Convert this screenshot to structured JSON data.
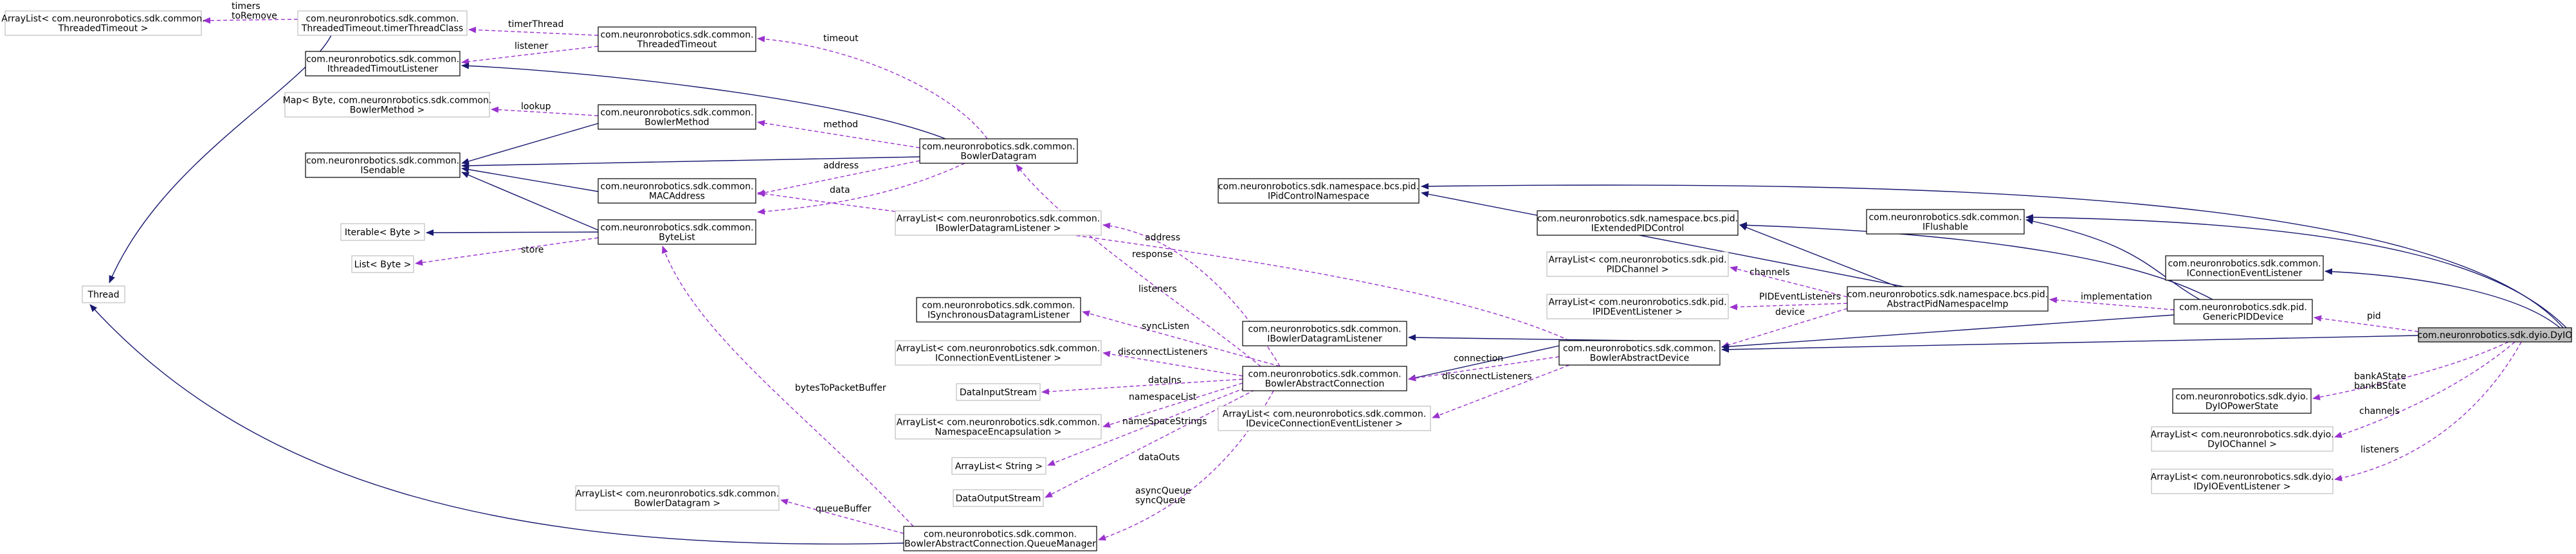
{
  "nodes": {
    "arraylist_threaded_timeout": [
      "ArrayList< com.neuronrobotics.sdk.common.",
      "ThreadedTimeout >"
    ],
    "timer_thread_class": [
      "com.neuronrobotics.sdk.common.",
      "ThreadedTimeout.timerThreadClass"
    ],
    "threaded_timeout": [
      "com.neuronrobotics.sdk.common.",
      "ThreadedTimeout"
    ],
    "ithreaded_timout_listener": [
      "com.neuronrobotics.sdk.common.",
      "IthreadedTimoutListener"
    ],
    "map_byte_bowler_method": [
      "Map< Byte, com.neuronrobotics.sdk.common.",
      "BowlerMethod >"
    ],
    "bowler_method": [
      "com.neuronrobotics.sdk.common.",
      "BowlerMethod"
    ],
    "isendable": [
      "com.neuronrobotics.sdk.common.",
      "ISendable"
    ],
    "bowler_datagram": [
      "com.neuronrobotics.sdk.common.",
      "BowlerDatagram"
    ],
    "mac_address": [
      "com.neuronrobotics.sdk.common.",
      "MACAddress"
    ],
    "iterable_byte": [
      "Iterable< Byte >"
    ],
    "byte_list": [
      "com.neuronrobotics.sdk.common.",
      "ByteList"
    ],
    "list_byte": [
      "List< Byte >"
    ],
    "thread": [
      "Thread"
    ],
    "arraylist_datagram_listener": [
      "ArrayList< com.neuronrobotics.sdk.common.",
      "IBowlerDatagramListener >"
    ],
    "isynchronous_datagram_listener": [
      "com.neuronrobotics.sdk.common.",
      "ISynchronousDatagramListener"
    ],
    "arraylist_connection_event_listener": [
      "ArrayList< com.neuronrobotics.sdk.common.",
      "IConnectionEventListener >"
    ],
    "data_input_stream": [
      "DataInputStream"
    ],
    "arraylist_namespace_encapsulation": [
      "ArrayList< com.neuronrobotics.sdk.common.",
      "NamespaceEncapsulation >"
    ],
    "arraylist_string": [
      "ArrayList< String >"
    ],
    "data_output_stream": [
      "DataOutputStream"
    ],
    "arraylist_bowler_datagram": [
      "ArrayList< com.neuronrobotics.sdk.common.",
      "BowlerDatagram >"
    ],
    "queue_manager": [
      "com.neuronrobotics.sdk.common.",
      "BowlerAbstractConnection.QueueManager"
    ],
    "bowler_abstract_connection": [
      "com.neuronrobotics.sdk.common.",
      "BowlerAbstractConnection"
    ],
    "ibowler_datagram_listener": [
      "com.neuronrobotics.sdk.common.",
      "IBowlerDatagramListener"
    ],
    "arraylist_device_connection_event_listener": [
      "ArrayList< com.neuronrobotics.sdk.common.",
      "IDeviceConnectionEventListener >"
    ],
    "ipid_control_namespace": [
      "com.neuronrobotics.sdk.namespace.bcs.pid.",
      "IPidControlNamespace"
    ],
    "iextended_pid_control": [
      "com.neuronrobotics.sdk.namespace.bcs.pid.",
      "IExtendedPIDControl"
    ],
    "arraylist_pid_channel": [
      "ArrayList< com.neuronrobotics.sdk.pid.",
      "PIDChannel >"
    ],
    "arraylist_pid_event_listener": [
      "ArrayList< com.neuronrobotics.sdk.pid.",
      "IPIDEventListener >"
    ],
    "abstract_pid_namespace_imp": [
      "com.neuronrobotics.sdk.namespace.bcs.pid.",
      "AbstractPidNamespaceImp"
    ],
    "bowler_abstract_device": [
      "com.neuronrobotics.sdk.common.",
      "BowlerAbstractDevice"
    ],
    "iflushable": [
      "com.neuronrobotics.sdk.common.",
      "IFlushable"
    ],
    "generic_pid_device": [
      "com.neuronrobotics.sdk.pid.",
      "GenericPIDDevice"
    ],
    "iconnection_event_listener": [
      "com.neuronrobotics.sdk.common.",
      "IConnectionEventListener"
    ],
    "dyio": [
      "com.neuronrobotics.sdk.dyio.DyIO"
    ],
    "dyio_power_state": [
      "com.neuronrobotics.sdk.dyio.",
      "DyIOPowerState"
    ],
    "arraylist_dyio_channel": [
      "ArrayList< com.neuronrobotics.sdk.dyio.",
      "DyIOChannel >"
    ],
    "arraylist_dyio_event_listener": [
      "ArrayList< com.neuronrobotics.sdk.dyio.",
      "IDyIOEventListener >"
    ]
  },
  "edge_labels": {
    "timers": [
      "timers",
      "toRemove"
    ],
    "timer_thread": [
      "timerThread"
    ],
    "listener": [
      "listener"
    ],
    "timeout": [
      "timeout"
    ],
    "lookup": [
      "lookup"
    ],
    "method": [
      "method"
    ],
    "address_dg": [
      "address"
    ],
    "data": [
      "data"
    ],
    "store": [
      "store"
    ],
    "address_dev": [
      "address"
    ],
    "response": [
      "response"
    ],
    "listeners_conn": [
      "listeners"
    ],
    "sync_listen": [
      "syncListen"
    ],
    "disconnect_listeners_conn": [
      "disconnectListeners"
    ],
    "data_ins": [
      "dataIns"
    ],
    "namespace_list": [
      "namespaceList"
    ],
    "namespace_strings": [
      "nameSpaceStrings"
    ],
    "data_outs": [
      "dataOuts"
    ],
    "async_queue": [
      "asyncQueue",
      "syncQueue"
    ],
    "bytes_to_packet_buffer": [
      "bytesToPacketBuffer"
    ],
    "queue_buffer": [
      "queueBuffer"
    ],
    "connection": [
      "connection"
    ],
    "disconnect_listeners_dev": [
      "disconnectListeners"
    ],
    "channels_pid": [
      "channels"
    ],
    "pid_event_listeners": [
      "PIDEventListeners"
    ],
    "device": [
      "device"
    ],
    "implementation": [
      "implementation"
    ],
    "pid": [
      "pid"
    ],
    "bank_state": [
      "bankAState",
      "bankBState"
    ],
    "channels_dyio": [
      "channels"
    ],
    "listeners_dyio": [
      "listeners"
    ]
  }
}
